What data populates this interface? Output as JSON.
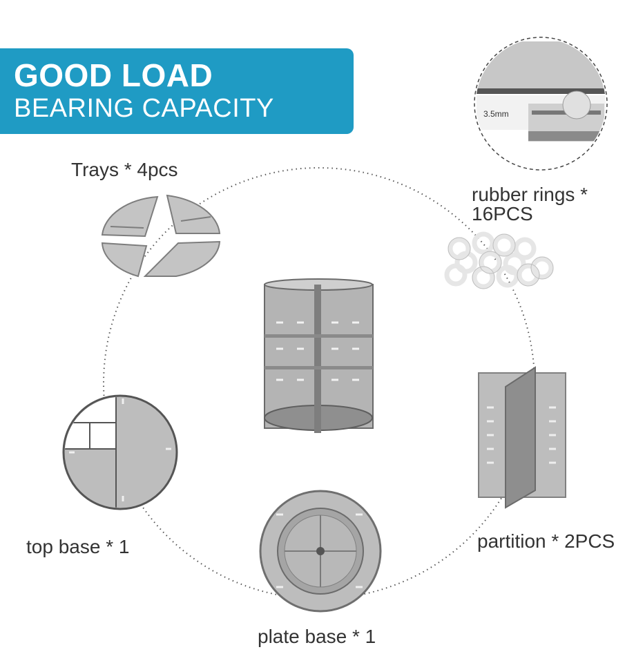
{
  "banner": {
    "line1": "GOOD LOAD",
    "line2": "BEARING CAPACITY"
  },
  "detail": {
    "thickness_label": "3.5mm"
  },
  "parts": {
    "trays": "Trays * 4pcs",
    "rubber_rings_line1": "rubber rings *",
    "rubber_rings_line2": "16PCS",
    "partition": "partition * 2PCS",
    "plate_base": "plate base * 1",
    "top_base": "top base * 1"
  }
}
